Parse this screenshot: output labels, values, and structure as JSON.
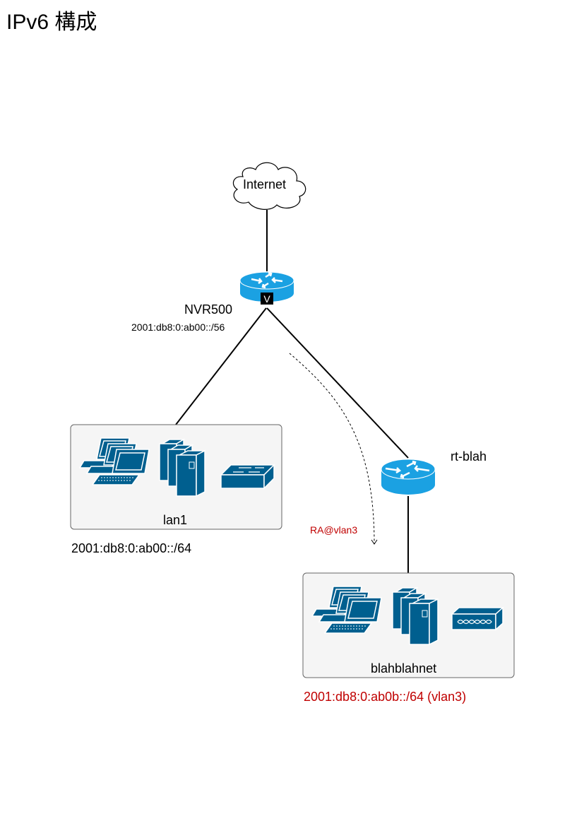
{
  "page": {
    "title": "IPv6 構成"
  },
  "colors": {
    "device_blue": "#005f8f",
    "router_blue": "#1ba1e2",
    "box_fill": "#f5f5f5",
    "box_stroke": "#666666",
    "highlight_red": "#c00000"
  },
  "nodes": {
    "internet": {
      "label": "Internet",
      "icon": "cloud-icon"
    },
    "nvr500": {
      "label": "NVR500",
      "prefix": "2001:db8:0:ab00::/56",
      "icon": "router-vpn-icon",
      "badge": "V"
    },
    "rt_blah": {
      "label": "rt-blah",
      "icon": "router-icon"
    },
    "lan1": {
      "label": "lan1",
      "prefix": "2001:db8:0:ab00::/64",
      "icons": [
        "laptops-icon",
        "servers-icon",
        "switch-icon"
      ]
    },
    "blahblahnet": {
      "label": "blahblahnet",
      "prefix": "2001:db8:0:ab0b::/64 (vlan3)",
      "icons": [
        "laptops-icon",
        "servers-icon",
        "hub-icon"
      ]
    }
  },
  "annotations": {
    "ra": {
      "label": "RA@vlan3"
    }
  },
  "links": [
    {
      "from": "internet",
      "to": "nvr500",
      "style": "solid"
    },
    {
      "from": "nvr500",
      "to": "lan1",
      "style": "solid"
    },
    {
      "from": "nvr500",
      "to": "rt_blah",
      "style": "solid"
    },
    {
      "from": "rt_blah",
      "to": "blahblahnet",
      "style": "solid"
    },
    {
      "from": "nvr500",
      "to": "blahblahnet",
      "style": "dashed",
      "label": "RA@vlan3"
    }
  ]
}
